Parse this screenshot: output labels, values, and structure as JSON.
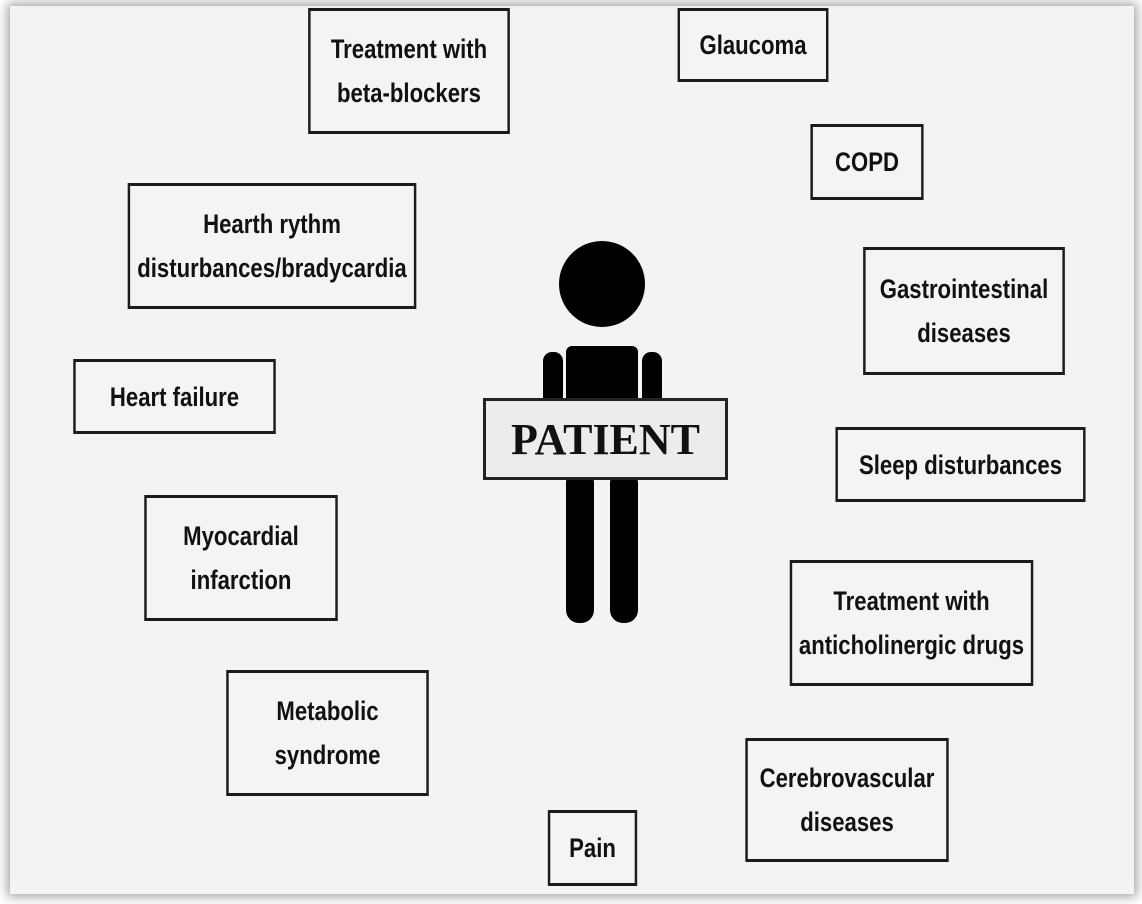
{
  "center": {
    "label": "PATIENT"
  },
  "factors": [
    {
      "id": "treatment-beta-blockers",
      "text": "Treatment with\nbeta-blockers"
    },
    {
      "id": "glaucoma",
      "text": "Glaucoma"
    },
    {
      "id": "copd",
      "text": "COPD"
    },
    {
      "id": "hearth-rythm",
      "text": "Hearth rythm\ndisturbances/bradycardia"
    },
    {
      "id": "gastrointestinal",
      "text": "Gastrointestinal\ndiseases"
    },
    {
      "id": "heart-failure",
      "text": "Heart failure"
    },
    {
      "id": "sleep-disturbances",
      "text": "Sleep disturbances"
    },
    {
      "id": "myocardial-infarction",
      "text": "Myocardial\ninfarction"
    },
    {
      "id": "treatment-anticholinergic",
      "text": "Treatment with\nanticholinergic drugs"
    },
    {
      "id": "metabolic-syndrome",
      "text": "Metabolic\nsyndrome"
    },
    {
      "id": "cerebrovascular",
      "text": "Cerebrovascular\ndiseases"
    },
    {
      "id": "pain",
      "text": "Pain"
    }
  ]
}
